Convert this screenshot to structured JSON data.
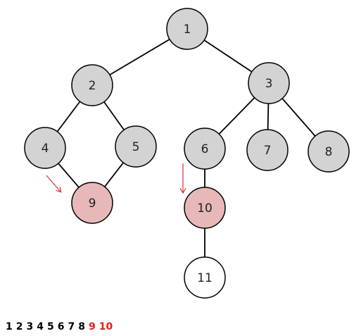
{
  "colors": {
    "node_default": "#d3d3d3",
    "node_highlight": "#e8b8b8",
    "node_unvisited": "#ffffff",
    "stroke": "#000000",
    "arrow": "#e03030",
    "seq_default": "#000000",
    "seq_highlight": "#e02020"
  },
  "nodes": [
    {
      "id": "1",
      "label": "1",
      "state": "default"
    },
    {
      "id": "2",
      "label": "2",
      "state": "default"
    },
    {
      "id": "3",
      "label": "3",
      "state": "default"
    },
    {
      "id": "4",
      "label": "4",
      "state": "default"
    },
    {
      "id": "5",
      "label": "5",
      "state": "default"
    },
    {
      "id": "6",
      "label": "6",
      "state": "default"
    },
    {
      "id": "7",
      "label": "7",
      "state": "default"
    },
    {
      "id": "8",
      "label": "8",
      "state": "default"
    },
    {
      "id": "9",
      "label": "9",
      "state": "highlight"
    },
    {
      "id": "10",
      "label": "10",
      "state": "highlight"
    },
    {
      "id": "11",
      "label": "11",
      "state": "unvisited"
    }
  ],
  "edges": [
    [
      "1",
      "2"
    ],
    [
      "1",
      "3"
    ],
    [
      "2",
      "4"
    ],
    [
      "2",
      "5"
    ],
    [
      "4",
      "9"
    ],
    [
      "5",
      "9"
    ],
    [
      "3",
      "6"
    ],
    [
      "3",
      "7"
    ],
    [
      "3",
      "8"
    ],
    [
      "6",
      "10"
    ],
    [
      "10",
      "11"
    ]
  ],
  "arrows": [
    {
      "target": "9"
    },
    {
      "target": "10"
    }
  ],
  "sequence": [
    {
      "text": "1",
      "highlight": false
    },
    {
      "text": "2",
      "highlight": false
    },
    {
      "text": "3",
      "highlight": false
    },
    {
      "text": "4",
      "highlight": false
    },
    {
      "text": "5",
      "highlight": false
    },
    {
      "text": "6",
      "highlight": false
    },
    {
      "text": "7",
      "highlight": false
    },
    {
      "text": "8",
      "highlight": false
    },
    {
      "text": "9",
      "highlight": true
    },
    {
      "text": "10",
      "highlight": true
    }
  ]
}
